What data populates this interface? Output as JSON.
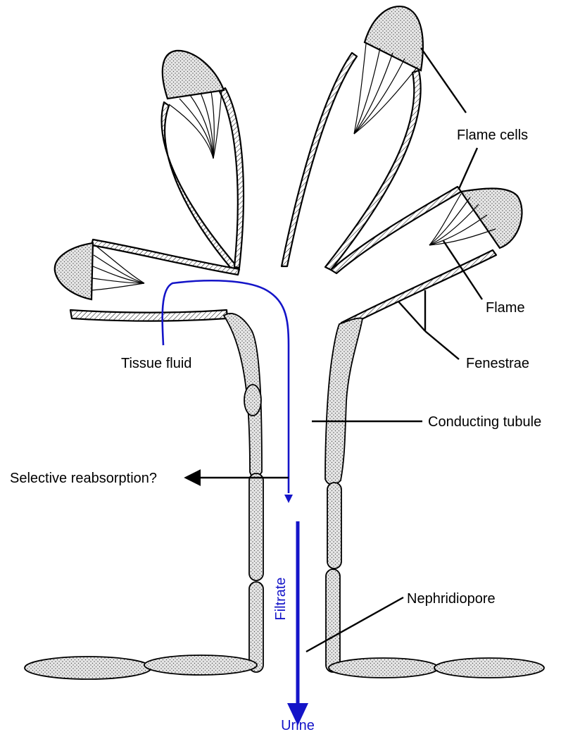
{
  "labels": {
    "flame_cells": "Flame cells",
    "flame": "Flame",
    "fenestrae": "Fenestrae",
    "conducting_tubule": "Conducting tubule",
    "tissue_fluid": "Tissue fluid",
    "selective_reabsorption": "Selective reabsorption?",
    "nephridiopore": "Nephridiopore",
    "filtrate": "Filtrate",
    "urine": "Urine"
  },
  "colors": {
    "flow": "#1414c8",
    "outline": "#000000",
    "background": "#ffffff"
  }
}
